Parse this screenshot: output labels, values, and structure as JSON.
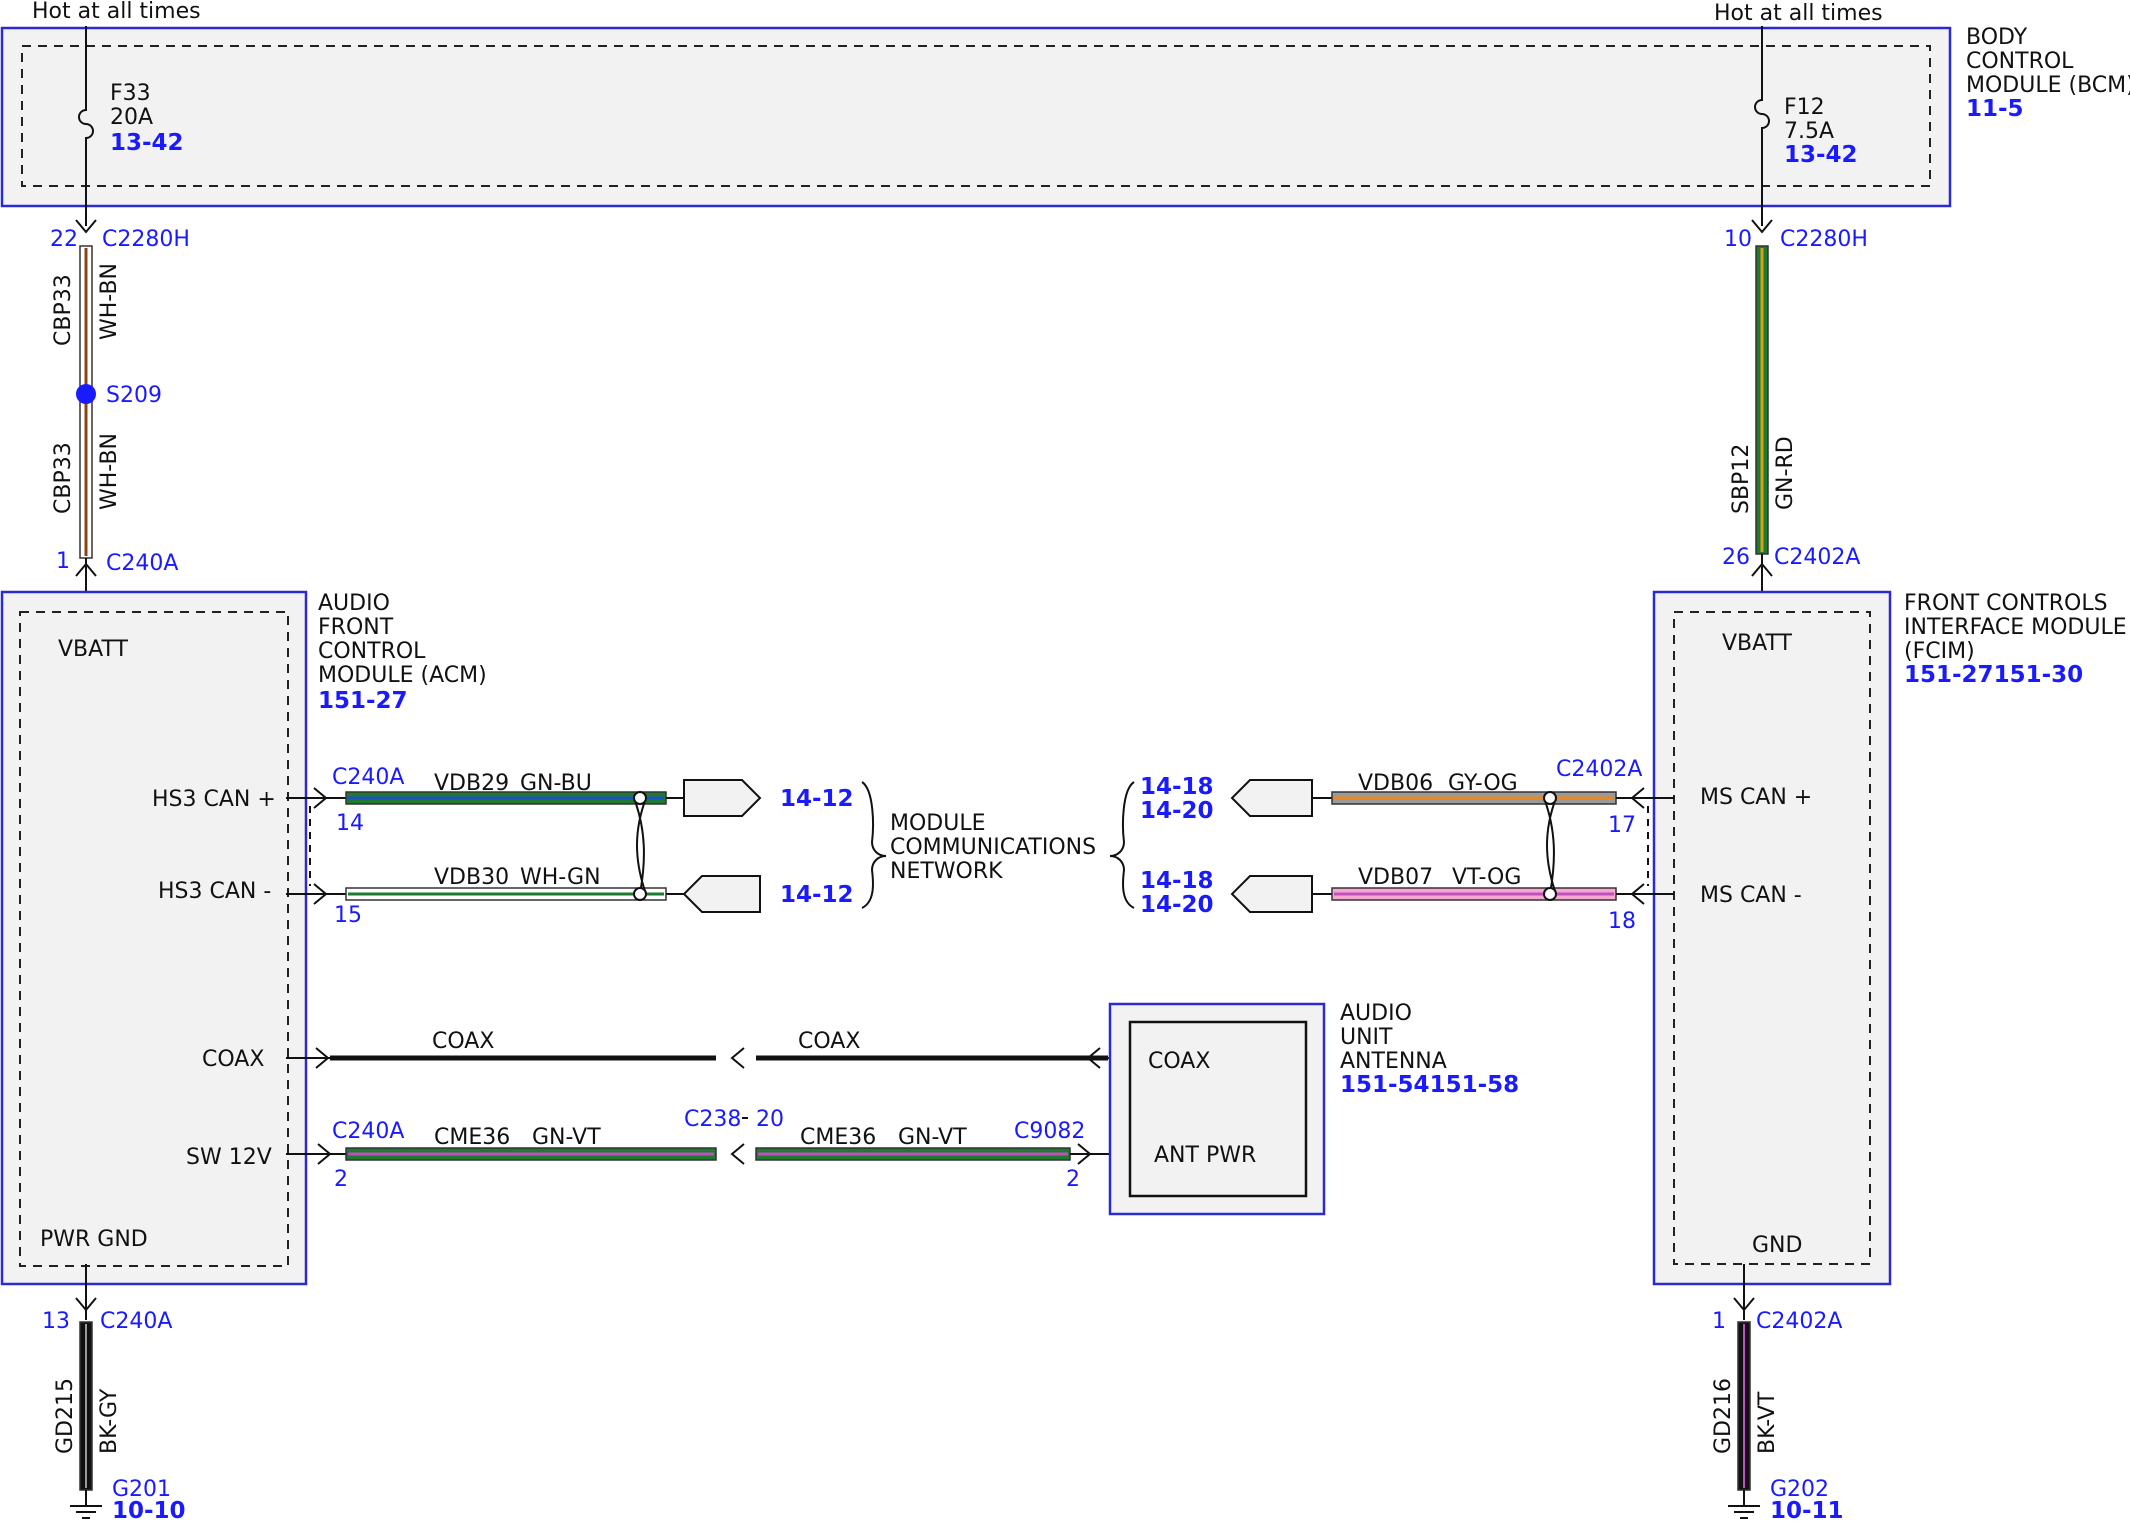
{
  "power": {
    "left_label": "Hot at all times",
    "right_label": "Hot at all times"
  },
  "bcm": {
    "name_lines": [
      "BODY",
      "CONTROL",
      "MODULE (BCM)"
    ],
    "ref": "11-5"
  },
  "fuses": [
    {
      "id": "F33",
      "rating": "20A",
      "ref": "13-42"
    },
    {
      "id": "F12",
      "rating": "7.5A",
      "ref": "13-42"
    }
  ],
  "acm": {
    "name_lines": [
      "AUDIO",
      "FRONT",
      "CONTROL",
      "MODULE (ACM)"
    ],
    "ref": "151-27",
    "pins": {
      "vbatt": "VBATT",
      "can_plus": "HS3 CAN +",
      "can_minus": "HS3 CAN -",
      "coax": "COAX",
      "sw12v": "SW 12V",
      "pwr_gnd": "PWR GND"
    }
  },
  "fcim": {
    "name_lines": [
      "FRONT CONTROLS",
      "INTERFACE MODULE",
      "(FCIM)"
    ],
    "ref": "151-27151-30",
    "pins": {
      "vbatt": "VBATT",
      "can_plus": "MS CAN +",
      "can_minus": "MS CAN -",
      "gnd": "GND"
    }
  },
  "antenna": {
    "name_lines": [
      "AUDIO",
      "UNIT",
      "ANTENNA"
    ],
    "ref": "151-54151-58",
    "pins": {
      "coax": "COAX",
      "ant_pwr": "ANT PWR"
    }
  },
  "network": {
    "lines": [
      "MODULE",
      "COMMUNICATIONS",
      "NETWORK"
    ]
  },
  "connectors": {
    "c22": {
      "pin": "22",
      "name": "C2280H"
    },
    "c10": {
      "pin": "10",
      "name": "C2280H"
    },
    "c1": {
      "pin": "1",
      "name": "C240A"
    },
    "c26": {
      "pin": "26",
      "name": "C2402A"
    },
    "acm_can": {
      "name": "C240A",
      "pin_plus": "14",
      "pin_minus": "15"
    },
    "fcim_can": {
      "name": "C2402A",
      "pin_plus": "17",
      "pin_minus": "18"
    },
    "acm_sw": {
      "name": "C240A",
      "pin": "2"
    },
    "inline": {
      "name": "C238",
      "pin": "20"
    },
    "ant": {
      "name": "C9082",
      "pin": "2"
    },
    "c13": {
      "pin": "13",
      "name": "C240A"
    },
    "c1b": {
      "pin": "1",
      "name": "C2402A"
    }
  },
  "splice": {
    "name": "S209"
  },
  "wires": {
    "cbp33_a": {
      "circuit": "CBP33",
      "color": "WH-BN"
    },
    "cbp33_b": {
      "circuit": "CBP33",
      "color": "WH-BN"
    },
    "sbp12": {
      "circuit": "SBP12",
      "color": "GN-RD"
    },
    "vdb29": {
      "circuit": "VDB29",
      "color": "GN-BU"
    },
    "vdb30": {
      "circuit": "VDB30",
      "color": "WH-GN"
    },
    "vdb06": {
      "circuit": "VDB06",
      "color": "GY-OG"
    },
    "vdb07": {
      "circuit": "VDB07",
      "color": "VT-OG"
    },
    "coax_a": {
      "circuit": "COAX"
    },
    "coax_b": {
      "circuit": "COAX"
    },
    "cme36_a": {
      "circuit": "CME36",
      "color": "GN-VT"
    },
    "cme36_b": {
      "circuit": "CME36",
      "color": "GN-VT"
    },
    "gd215": {
      "circuit": "GD215",
      "color": "BK-GY"
    },
    "gd216": {
      "circuit": "GD216",
      "color": "BK-VT"
    }
  },
  "page_refs": {
    "acm_can_plus": "14-12",
    "acm_can_minus": "14-12",
    "fcim_can_plus_1": "14-18",
    "fcim_can_plus_2": "14-20",
    "fcim_can_minus_1": "14-18",
    "fcim_can_minus_2": "14-20"
  },
  "grounds": [
    {
      "name": "G201",
      "ref": "10-10"
    },
    {
      "name": "G202",
      "ref": "10-11"
    }
  ],
  "wire_colors": {
    "white": "#ffffff",
    "brown": "#8b4513",
    "green": "#1e7a2e",
    "red": "#d62020",
    "blue": "#2050c8",
    "gray": "#9a9a9a",
    "orange": "#e88a20",
    "violet": "#c050c0",
    "black": "#111111",
    "pink": "#f5a8d0",
    "accent": "#1a1aff"
  }
}
